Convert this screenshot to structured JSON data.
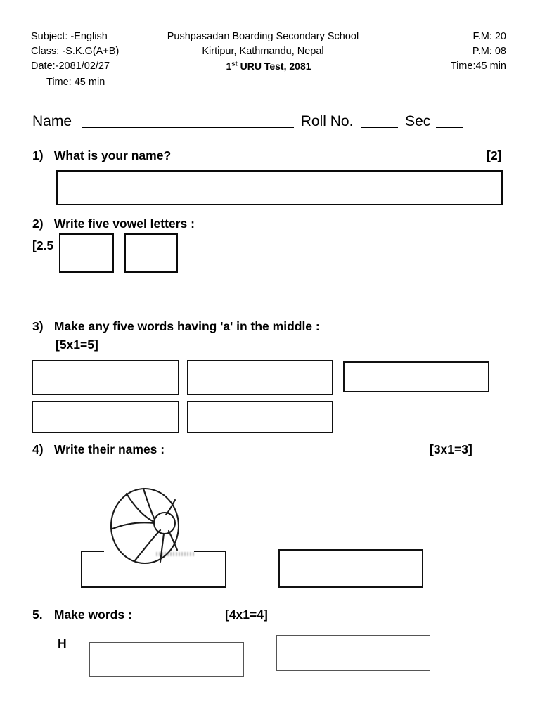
{
  "header": {
    "rows": [
      {
        "left": "Subject: -English",
        "center": "Pushpasadan Boarding Secondary School",
        "right": "F.M: 20"
      },
      {
        "left": "Class: -S.K.G(A+B)",
        "center": "Kirtipur, Kathmandu, Nepal",
        "right": "P.M: 08"
      },
      {
        "left": "Date:-2081/02/27",
        "center_prefix": "1",
        "center_sup": "st",
        "center_rest": " URU Test, 2081",
        "right": "Time:45 min"
      }
    ],
    "time_line": "Time: 45 min"
  },
  "identity": {
    "name_label": "Name",
    "roll_label": "Roll No.",
    "sec_label": "Sec"
  },
  "questions": [
    {
      "number": "1)",
      "text": "What is your name?",
      "marks": "[2]"
    },
    {
      "number": "2)",
      "text": "Write five vowel letters :",
      "marks": "[2.5"
    },
    {
      "number": "3)",
      "text": "Make any five words having 'a' in the middle :",
      "marks": "[5x1=5]"
    },
    {
      "number": "4)",
      "text": "Write their names :",
      "marks": "[3x1=3]"
    },
    {
      "number": "5.",
      "text": "Make words :",
      "marks": "[4x1=4]",
      "letter_hint": "H"
    }
  ],
  "images": {
    "ball": "beach-ball-line-drawing"
  },
  "colors": {
    "ink": "#000000",
    "box_border": "#0a0a0a",
    "box_border_light": "#555555",
    "paper": "#ffffff"
  }
}
